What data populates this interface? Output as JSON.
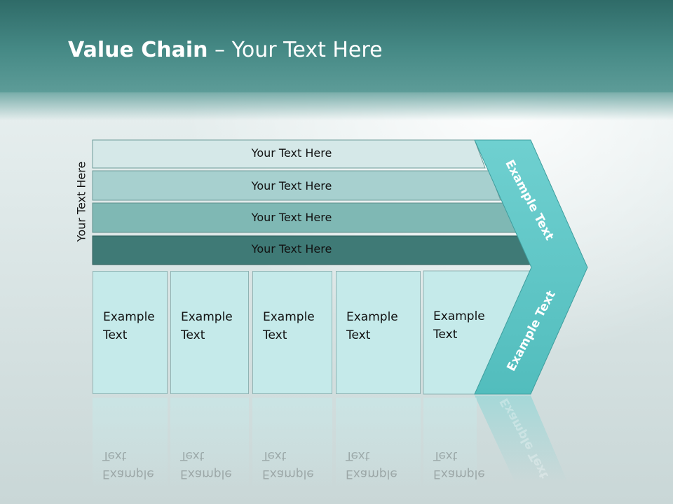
{
  "slide": {
    "title_bold": "Value Chain",
    "title_rest": " – Your Text Here",
    "side_label": "Your Text Here"
  },
  "bands": [
    {
      "label": "Your Text Here",
      "color": "#d5e8e8"
    },
    {
      "label": "Your Text Here",
      "color": "#a7d0cf"
    },
    {
      "label": "Your Text Here",
      "color": "#7fb8b4"
    },
    {
      "label": "Your Text Here",
      "color": "#3f7a76"
    }
  ],
  "cells": [
    {
      "line1": "Example",
      "line2": "Text"
    },
    {
      "line1": "Example",
      "line2": "Text"
    },
    {
      "line1": "Example",
      "line2": "Text"
    },
    {
      "line1": "Example",
      "line2": "Text"
    },
    {
      "line1": "Example",
      "line2": "Text"
    }
  ],
  "arrow": {
    "upper_label": "Example Text",
    "lower_label": "Example Text",
    "color": "#5cc6c6"
  }
}
